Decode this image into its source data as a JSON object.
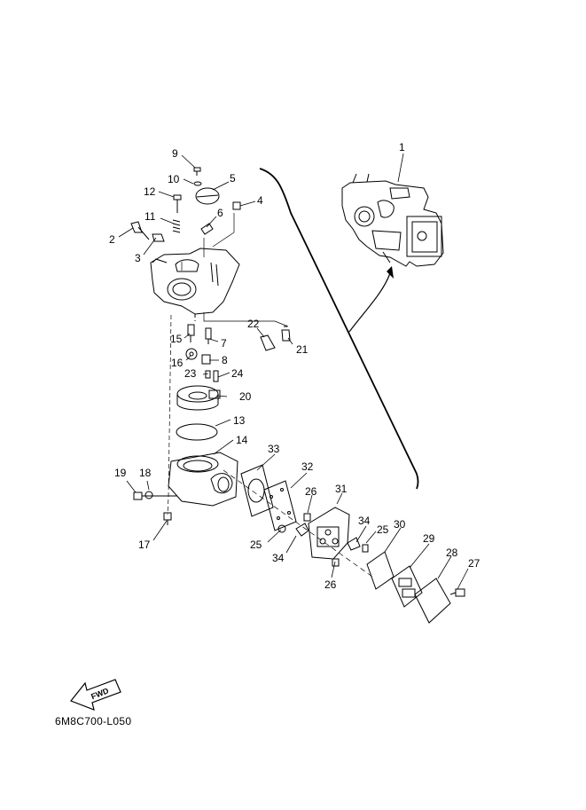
{
  "diagram": {
    "drawing_code": "6M8C700-L050",
    "direction_label": "FWD",
    "callouts": [
      {
        "id": "p1",
        "text": "1"
      },
      {
        "id": "p2",
        "text": "2"
      },
      {
        "id": "p3",
        "text": "3"
      },
      {
        "id": "p4",
        "text": "4"
      },
      {
        "id": "p5",
        "text": "5"
      },
      {
        "id": "p6",
        "text": "6"
      },
      {
        "id": "p7",
        "text": "7"
      },
      {
        "id": "p8",
        "text": "8"
      },
      {
        "id": "p9",
        "text": "9"
      },
      {
        "id": "p10",
        "text": "10"
      },
      {
        "id": "p11",
        "text": "11"
      },
      {
        "id": "p12",
        "text": "12"
      },
      {
        "id": "p13",
        "text": "13"
      },
      {
        "id": "p14",
        "text": "14"
      },
      {
        "id": "p15",
        "text": "15"
      },
      {
        "id": "p16",
        "text": "16"
      },
      {
        "id": "p17",
        "text": "17"
      },
      {
        "id": "p18",
        "text": "18"
      },
      {
        "id": "p19",
        "text": "19"
      },
      {
        "id": "p20",
        "text": "20"
      },
      {
        "id": "p21",
        "text": "21"
      },
      {
        "id": "p22",
        "text": "22"
      },
      {
        "id": "p23",
        "text": "23"
      },
      {
        "id": "p24",
        "text": "24"
      },
      {
        "id": "p25a",
        "text": "25"
      },
      {
        "id": "p25b",
        "text": "25"
      },
      {
        "id": "p26a",
        "text": "26"
      },
      {
        "id": "p26b",
        "text": "26"
      },
      {
        "id": "p27",
        "text": "27"
      },
      {
        "id": "p28",
        "text": "28"
      },
      {
        "id": "p29",
        "text": "29"
      },
      {
        "id": "p30",
        "text": "30"
      },
      {
        "id": "p31",
        "text": "31"
      },
      {
        "id": "p32",
        "text": "32"
      },
      {
        "id": "p33",
        "text": "33"
      },
      {
        "id": "p34a",
        "text": "34"
      },
      {
        "id": "p34b",
        "text": "34"
      }
    ]
  }
}
